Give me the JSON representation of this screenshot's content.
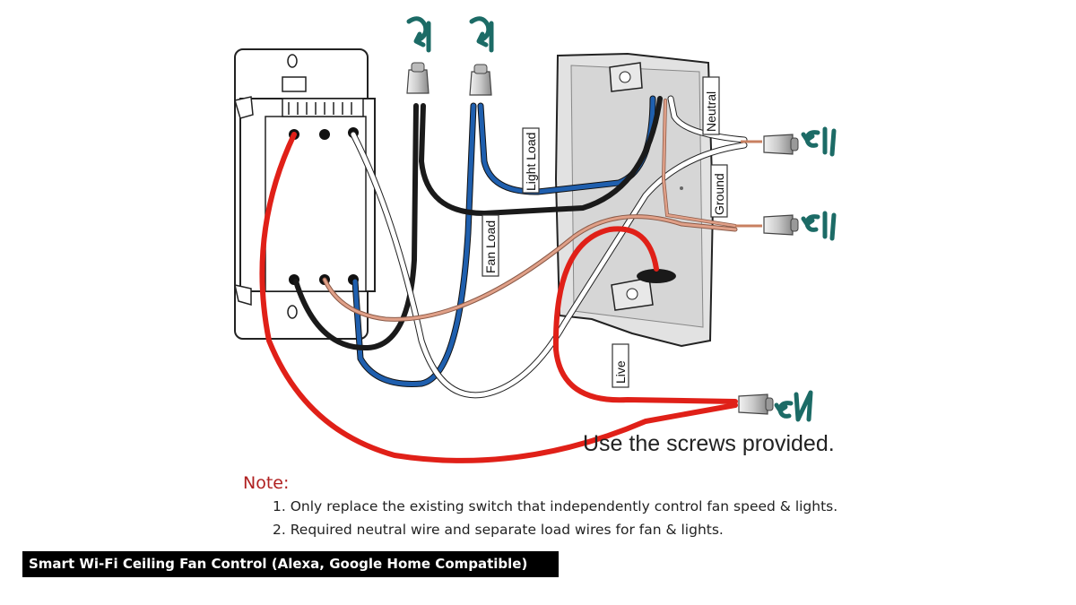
{
  "labels": {
    "light_load": "Light Load",
    "fan_load": "Fan Load",
    "neutral": "Neutral",
    "ground": "Ground",
    "live": "Live"
  },
  "instruction": "Use the screws provided.",
  "note": {
    "title": "Note:",
    "items": [
      "1. Only replace the existing switch that independently control fan speed & lights.",
      "2. Required neutral wire and separate load wires for fan & lights."
    ]
  },
  "caption": "Smart Wi-Fi Ceiling Fan Control (Alexa, Google Home Compatible)",
  "colors": {
    "red_wire": "#e02018",
    "black_wire": "#1a1a1a",
    "blue_wire": "#1f5fae",
    "white_wire": "#ffffff",
    "copper_wire": "#e0a088",
    "arrow": "#1c6b66",
    "note_title": "#b02020"
  },
  "icons": [
    "wire-nut-icon",
    "twist-arrow-icon",
    "wire-nut-icon"
  ]
}
